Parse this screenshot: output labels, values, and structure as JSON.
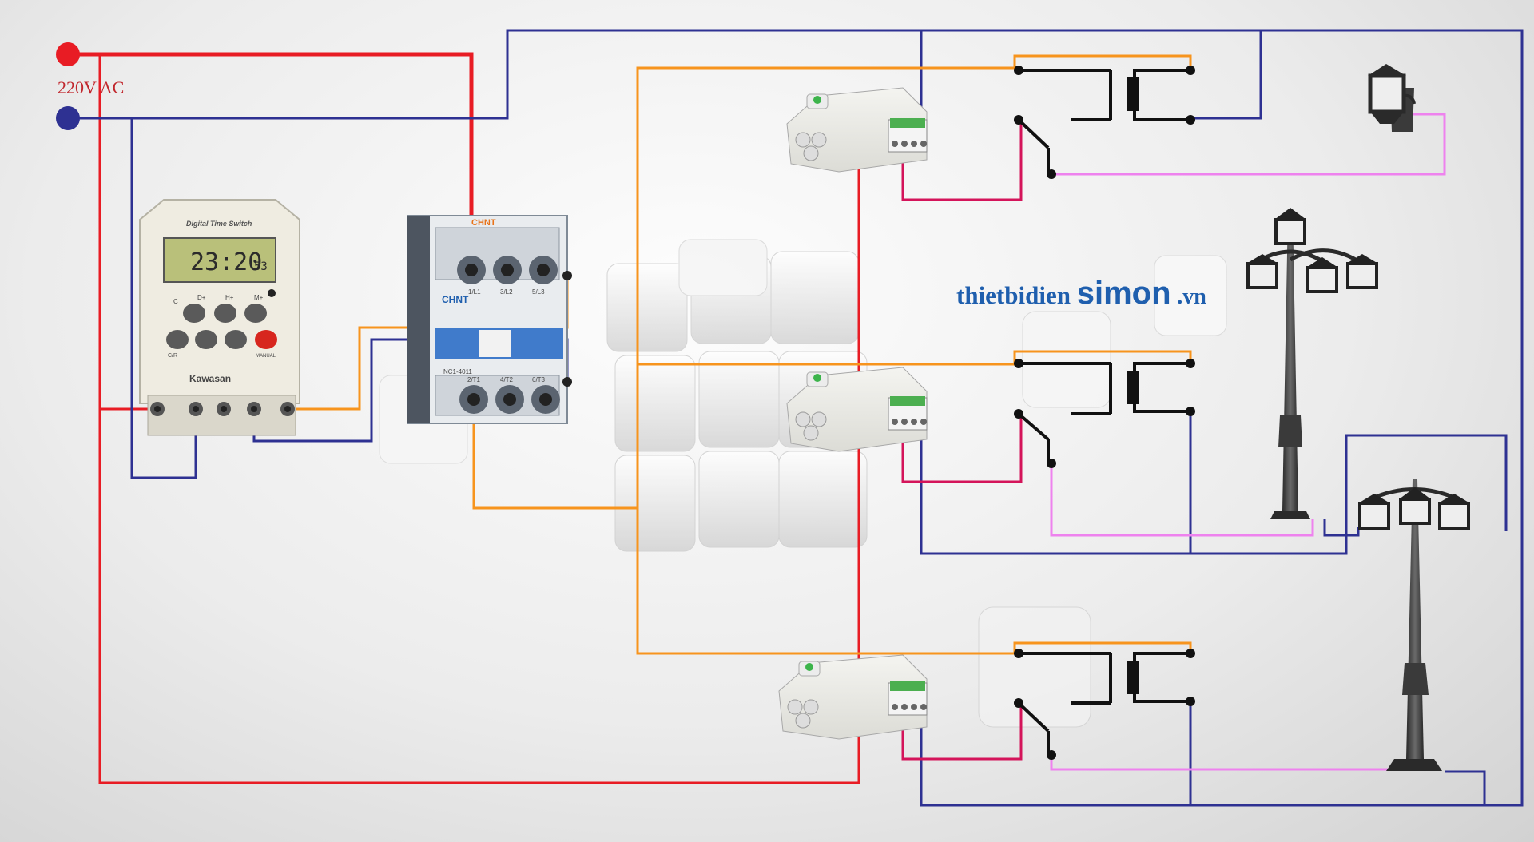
{
  "supply": {
    "label": "220V AC",
    "live_color": "#e81c24",
    "neutral_color": "#2e3192"
  },
  "timer": {
    "title": "Digital Time Switch",
    "time": "23:20",
    "seconds": "53",
    "buttons": [
      "C",
      "D+",
      "H+",
      "M+",
      "C/R",
      "MANUAL"
    ],
    "brand": "Kawasan"
  },
  "contactor": {
    "brand": "CHNT",
    "brand_plate": "CHNT",
    "model": "NC1-4011",
    "top_terminals": [
      "1/L1",
      "3/L2",
      "5/L3"
    ],
    "bottom_terminals": [
      "2/T1",
      "4/T2",
      "6/T3"
    ]
  },
  "watermark": {
    "prefix": "thietbidien",
    "brand": "simon",
    "suffix": ".vn",
    "color": "#1f5fae"
  },
  "wire_colors": {
    "live": "#e81c24",
    "neutral": "#2e3192",
    "switched": "#f7941d",
    "sensor_out": "#d4145a",
    "lamp": "#ee82ee",
    "contact": "#111111"
  }
}
